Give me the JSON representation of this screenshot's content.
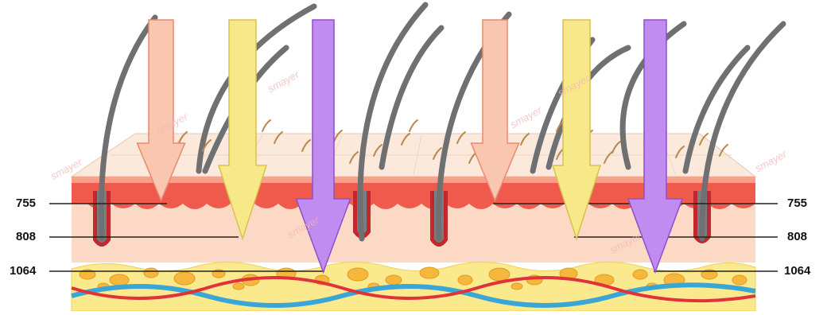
{
  "wavelengths": [
    {
      "label": "755",
      "color": "#f9c6b0",
      "stroke": "#e98a70",
      "target_layer": "epidermis"
    },
    {
      "label": "808",
      "color": "#f7e98a",
      "stroke": "#d9c24a",
      "target_layer": "dermis"
    },
    {
      "label": "1064",
      "color": "#c08cf0",
      "stroke": "#8d4fcf",
      "target_layer": "subcutaneous-fat"
    }
  ],
  "labels_left": {
    "l755": "755",
    "l808": "808",
    "l1064": "1064"
  },
  "labels_right": {
    "r755": "755",
    "r808": "808",
    "r1064": "1064"
  },
  "watermark": "smayer",
  "colors": {
    "skin_surface": "#fbe9dc",
    "epidermis_red": "#ef5a4c",
    "dermis": "#fcd9c5",
    "fat": "#fbe98e",
    "fat_cells": "#f5b73c",
    "hair": "#6e7072",
    "bulb": "#c2272d",
    "vein_blue": "#3aa6d6",
    "artery_red": "#e0323a"
  }
}
